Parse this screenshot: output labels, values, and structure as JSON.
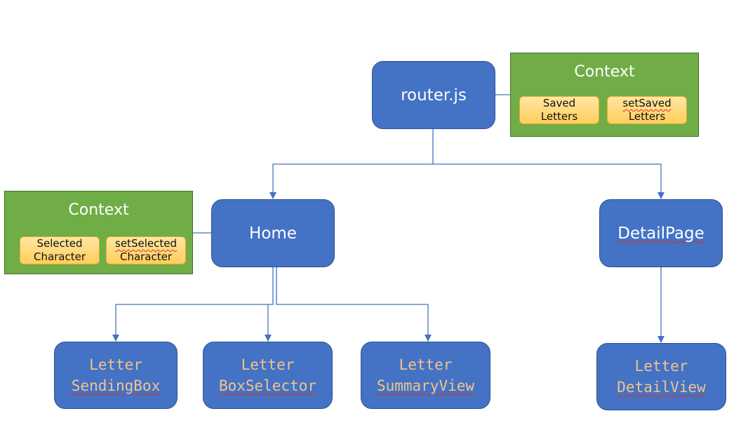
{
  "diagram": {
    "router": {
      "label": "router.js"
    },
    "home": {
      "label": "Home"
    },
    "detail_page": {
      "label": "DetailPage"
    },
    "router_context": {
      "title": "Context",
      "items": [
        {
          "line1": "Saved",
          "line2": "Letters"
        },
        {
          "line1": "setSaved",
          "line2": "Letters"
        }
      ]
    },
    "home_context": {
      "title": "Context",
      "items": [
        {
          "line1": "Selected",
          "line2": "Character"
        },
        {
          "line1": "setSelected",
          "line2": "Character"
        }
      ]
    },
    "components": [
      {
        "line1": "Letter",
        "line2": "SendingBox"
      },
      {
        "line1": "Letter",
        "line2": "BoxSelector"
      },
      {
        "line1": "Letter",
        "line2": "SummaryView"
      },
      {
        "line1": "Letter",
        "line2": "DetailView"
      }
    ],
    "colors": {
      "node_fill": "#4472c4",
      "context_fill": "#70ad47",
      "chip_fill": "#ffd966",
      "code_text": "#f2c48a",
      "connector": "#4472c4"
    }
  }
}
